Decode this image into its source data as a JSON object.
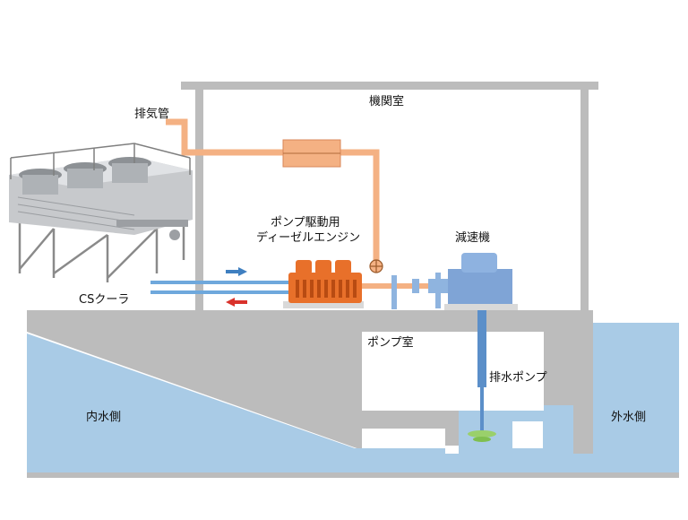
{
  "labels": {
    "engine_room": "機関室",
    "exhaust_pipe": "排気管",
    "pump_engine_line1": "ポンプ駆動用",
    "pump_engine_line2": "ディーゼルエンジン",
    "reducer": "減速機",
    "cs_cooler": "CSクーラ",
    "pump_room": "ポンプ室",
    "drain_pump": "排水ポンプ",
    "inner_water": "内水側",
    "outer_water": "外水側"
  },
  "colors": {
    "concrete": "#bcbcbc",
    "water": "#a9cbe6",
    "exhaust": "#f4b183",
    "engine": "#e8702a",
    "coolant_supply": "#3f7fc0",
    "coolant_return": "#d9322b",
    "reducer": "#7fa4d6"
  },
  "icons": {
    "cooler": "cooling-tower-unit",
    "flow_right": "arrow-right-icon",
    "flow_left": "arrow-left-icon",
    "expansion": "circle-plus-icon"
  }
}
